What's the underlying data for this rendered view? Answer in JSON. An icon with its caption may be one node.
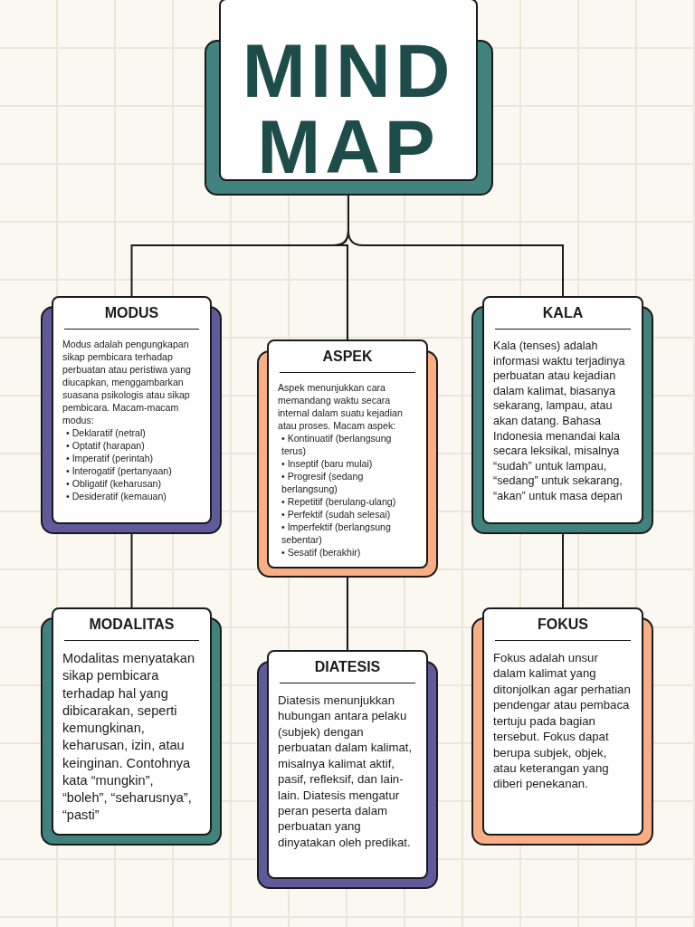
{
  "diagram": {
    "nodes": [
      {
        "text": [
          "MIND MAP"
        ]
      },
      {
        "text": [
          "MODUS",
          "Modus adalah pengungkapan sikap pembicara terhadap perbuatan atau peristiwa yang diucapkan, menggambarkan suasana psikologis atau sikap pembicara. Macam-macam modus:",
          "• Deklaratif (netral)",
          "• Optatif (harapan)",
          "• Imperatif (perintah)",
          "• Interogatif (pertanyaan)",
          "• Obligatif (keharusan)",
          "• Desideratif (kemauan)"
        ]
      },
      {
        "text": [
          "ASPEK",
          "Aspek menunjukkan cara memandang waktu secara internal dalam suatu kejadian atau proses. Macam aspek:",
          "• Kontinuatif (berlangsung terus)",
          "• Inseptif (baru mulai)",
          "• Progresif (sedang berlangsung)",
          "• Repetitif (berulang-ulang)",
          "• Perfektif (sudah selesai)",
          "• Imperfektif (berlangsung sebentar)",
          "• Sesatif (berakhir)"
        ]
      },
      {
        "text": [
          "KALA",
          "Kala (tenses) adalah informasi waktu terjadinya perbuatan atau kejadian dalam kalimat, biasanya sekarang, lampau, atau akan datang. Bahasa Indonesia menandai kala secara leksikal, misalnya “sudah” untuk lampau, “sedang” untuk sekarang, “akan” untuk masa depan"
        ]
      },
      {
        "text": [
          "MODALITAS",
          "Modalitas menyatakan sikap pembicara terhadap hal yang dibicarakan, seperti kemungkinan, keharusan, izin, atau keinginan. Contohnya kata “mungkin”, “boleh”, “seharusnya”, “pasti”"
        ]
      },
      {
        "text": [
          "DIATESIS",
          "Diatesis menunjukkan hubungan antara pelaku (subjek) dengan perbuatan dalam kalimat, misalnya kalimat aktif, pasif, refleksif, dan lain-lain. Diatesis mengatur peran peserta dalam perbuatan yang dinyatakan oleh predikat."
        ]
      },
      {
        "text": [
          "FOKUS",
          "Fokus adalah unsur dalam kalimat yang ditonjolkan agar perhatian pendengar atau pembaca tertuju pada bagian tersebut. Fokus dapat berupa subjek, objek, atau keterangan yang diberi penekanan."
        ]
      }
    ],
    "edges": [
      {
        "from": 0,
        "to": 1,
        "arrow": "none"
      },
      {
        "from": 0,
        "to": 2,
        "arrow": "none"
      },
      {
        "from": 0,
        "to": 3,
        "arrow": "none"
      },
      {
        "from": 1,
        "to": 4,
        "arrow": "none"
      },
      {
        "from": 2,
        "to": 5,
        "arrow": "none"
      },
      {
        "from": 3,
        "to": 6,
        "arrow": "none"
      }
    ]
  }
}
